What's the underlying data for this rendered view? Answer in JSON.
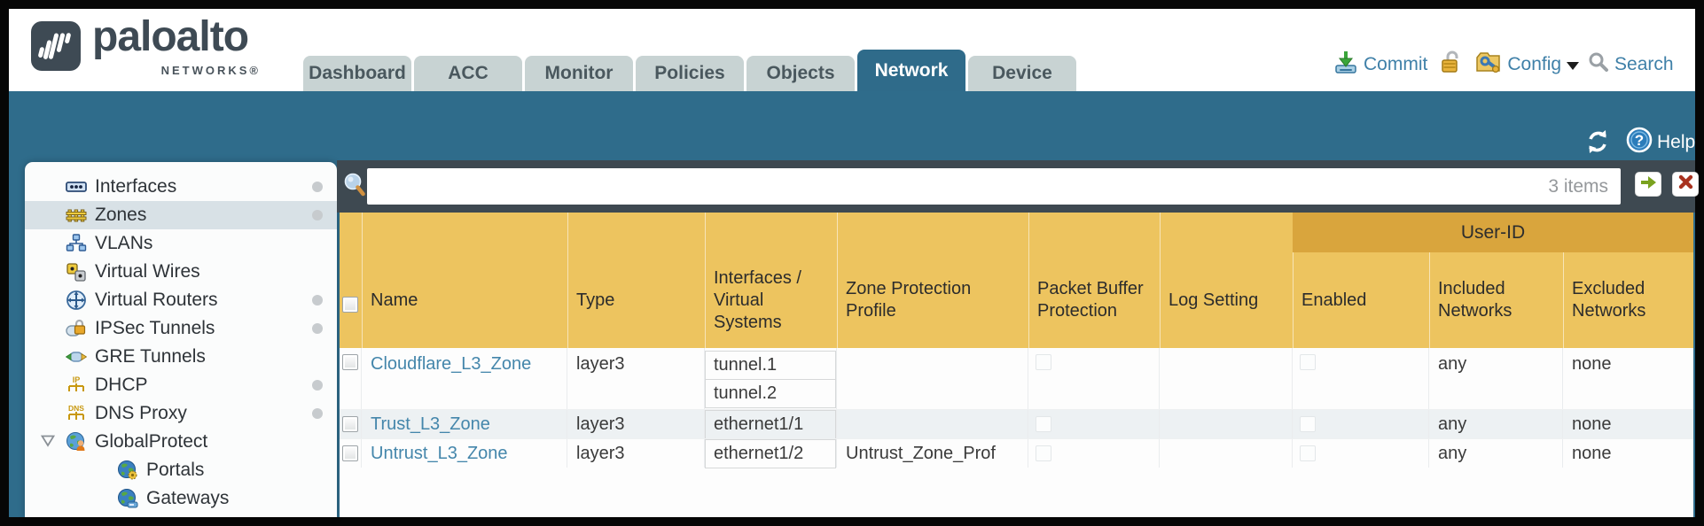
{
  "brand": {
    "name": "paloalto",
    "sub": "NETWORKS®",
    "logo_icon": "paloalto-waveform-icon"
  },
  "nav": {
    "tabs": [
      {
        "label": "Dashboard",
        "active": false
      },
      {
        "label": "ACC",
        "active": false
      },
      {
        "label": "Monitor",
        "active": false
      },
      {
        "label": "Policies",
        "active": false
      },
      {
        "label": "Objects",
        "active": false
      },
      {
        "label": "Network",
        "active": true
      },
      {
        "label": "Device",
        "active": false
      }
    ]
  },
  "header_actions": {
    "commit_label": "Commit",
    "commit_icon": "commit-download-icon",
    "lock_icon": "unlocked-padlock-icon",
    "config_label": "Config",
    "config_icon": "config-folder-wrench-icon",
    "config_caret": "caret-down-icon",
    "search_label": "Search",
    "search_icon": "search-magnifier-icon"
  },
  "toolbar": {
    "refresh_icon": "refresh-icon",
    "help_icon": "help-question-icon",
    "help_label": "Help"
  },
  "sidebar": {
    "items": [
      {
        "label": "Interfaces",
        "icon": "interfaces-icon",
        "dot": true,
        "active": false,
        "child": false
      },
      {
        "label": "Zones",
        "icon": "zones-fence-icon",
        "dot": true,
        "active": true,
        "child": false
      },
      {
        "label": "VLANs",
        "icon": "vlans-icon",
        "dot": false,
        "active": false,
        "child": false
      },
      {
        "label": "Virtual Wires",
        "icon": "virtual-wires-icon",
        "dot": false,
        "active": false,
        "child": false
      },
      {
        "label": "Virtual Routers",
        "icon": "virtual-routers-icon",
        "dot": true,
        "active": false,
        "child": false
      },
      {
        "label": "IPSec Tunnels",
        "icon": "ipsec-tunnels-icon",
        "dot": true,
        "active": false,
        "child": false
      },
      {
        "label": "GRE Tunnels",
        "icon": "gre-tunnels-icon",
        "dot": false,
        "active": false,
        "child": false
      },
      {
        "label": "DHCP",
        "icon": "dhcp-icon",
        "dot": true,
        "active": false,
        "child": false
      },
      {
        "label": "DNS Proxy",
        "icon": "dns-proxy-icon",
        "dot": true,
        "active": false,
        "child": false
      },
      {
        "label": "GlobalProtect",
        "icon": "globalprotect-icon",
        "dot": false,
        "active": false,
        "child": false,
        "expanded": true
      },
      {
        "label": "Portals",
        "icon": "portals-globe-gear-icon",
        "dot": false,
        "active": false,
        "child": true
      },
      {
        "label": "Gateways",
        "icon": "gateways-globe-icon",
        "dot": false,
        "active": false,
        "child": true
      }
    ]
  },
  "filter_bar": {
    "value": "",
    "count_label": "3 items",
    "apply_icon": "apply-filter-arrow-icon",
    "clear_icon": "clear-filter-x-icon",
    "magnifier_icon": "filter-magnifier-icon"
  },
  "table": {
    "group_header": "User-ID",
    "columns": [
      "",
      "Name",
      "Type",
      "Interfaces / Virtual Systems",
      "Zone Protection Profile",
      "Packet Buffer Protection",
      "Log Setting",
      "Enabled",
      "Included Networks",
      "Excluded Networks"
    ],
    "rows": [
      {
        "name": "Cloudflare_L3_Zone",
        "type": "layer3",
        "interfaces": [
          "tunnel.1",
          "tunnel.2"
        ],
        "zone_protection_profile": "",
        "packet_buffer_protection": false,
        "log_setting": "",
        "user_id_enabled": false,
        "included_networks": "any",
        "excluded_networks": "none"
      },
      {
        "name": "Trust_L3_Zone",
        "type": "layer3",
        "interfaces": [
          "ethernet1/1"
        ],
        "zone_protection_profile": "",
        "packet_buffer_protection": false,
        "log_setting": "",
        "user_id_enabled": false,
        "included_networks": "any",
        "excluded_networks": "none"
      },
      {
        "name": "Untrust_L3_Zone",
        "type": "layer3",
        "interfaces": [
          "ethernet1/2"
        ],
        "zone_protection_profile": "Untrust_Zone_Prof",
        "packet_buffer_protection": false,
        "log_setting": "",
        "user_id_enabled": false,
        "included_networks": "any",
        "excluded_networks": "none"
      }
    ]
  },
  "colors": {
    "teal": "#2f6c8b",
    "header_orange": "#edc45f",
    "user_id_band": "#d9a53d",
    "zone_link_blue": "#4486ab",
    "action_blue": "#3f80a8",
    "filterbar_gray": "#3e4951"
  }
}
